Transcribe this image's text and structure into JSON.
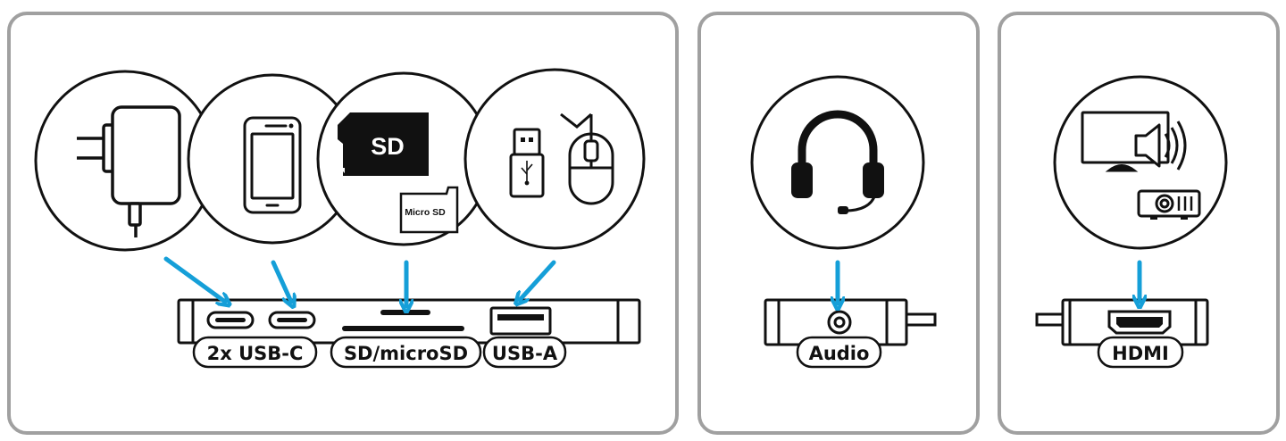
{
  "labels": {
    "usb_c": "2x USB-C",
    "sd": "SD/microSD",
    "usb_a": "USB-A",
    "audio": "Audio",
    "hdmi": "HDMI"
  },
  "card_text": {
    "sd": "SD",
    "micro_sd": "Micro SD"
  },
  "colors": {
    "arrow": "#159fd8",
    "panel_border": "#a0a0a0",
    "stroke": "#111111"
  }
}
